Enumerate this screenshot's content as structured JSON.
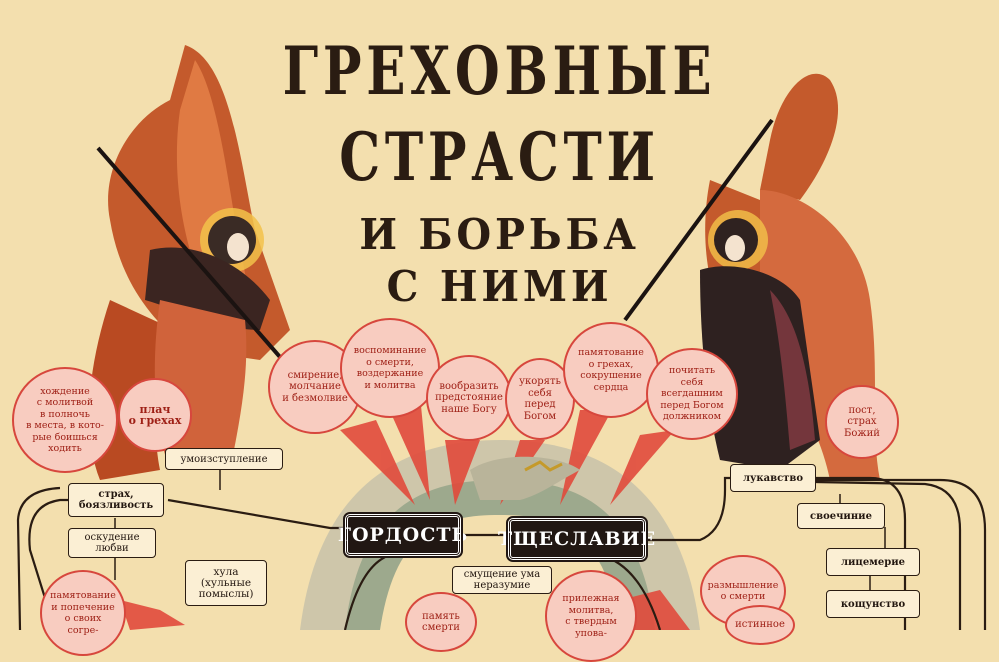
{
  "title": {
    "line1": "ГРЕХОВНЫЕ",
    "line2": "СТРАСТИ",
    "line3": "И БОРЬБА",
    "line4": "С НИМИ"
  },
  "virtues": {
    "walking": "хождение\nс молитвой\nв полночь\nв места, в кото-\nрые боишься\nходить",
    "weeping": "плач\nо грехах",
    "humility": "смирение,\nмолчание\nи безмолвие",
    "death_memory": "воспоминание\nо смерти,\nвоздержание\nи молитва",
    "before_god": "вообразить\nпредстояние\nнаше Богу",
    "reproach": "укорять\nсебя\nперед\nБогом",
    "remembrance": "памятование\nо грехах,\nсокрушение\nсердца",
    "honor": "почитать\nсебя\nвсегдашним\nперед Богом\nдолжником",
    "fast": "пост,\nстрах\nБожий",
    "care": "памятование\nи попечение\nо своих согре-",
    "prayer": "прилежная\nмолитва,\nс твердым упова-",
    "reflection": "размышление\nо смерти",
    "memory_bottom": "память\nсмерти"
  },
  "passions": {
    "mind_loss": "умоизступление",
    "fear": "страх,\nбоязливость",
    "impoverished_love": "оскудение\nлюбви",
    "blasphemy": "хула\n(хульные\nпомыслы)",
    "confusion": "смущение ума\nнеразумие",
    "cunning": "лукавство",
    "self_will": "своечиние",
    "hypocrisy": "лицемерие",
    "sacrilege": "кощунство",
    "true_humility": "истинное"
  },
  "main": {
    "pride": "ГОРДОСТЬ",
    "vainglory": "ТЩЕСЛАВИЕ"
  },
  "colors": {
    "background": "#f3dfae",
    "ink": "#2a1c12",
    "virtue_fill": "#f8ccc0",
    "virtue_border": "#d7473d",
    "angel_wing": "#c45a2c"
  }
}
